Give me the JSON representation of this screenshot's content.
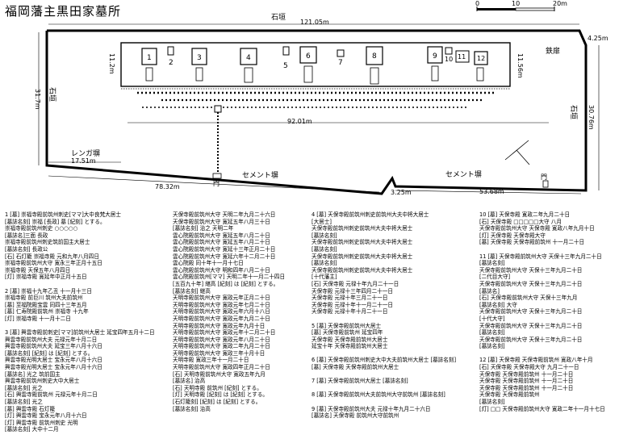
{
  "title": "福岡藩主黒田家墓所",
  "scale": {
    "ticks": [
      "0",
      "10",
      "20m"
    ]
  },
  "labels": {
    "stone_wall_top": "石垣",
    "stone_wall_left": "石垣",
    "stone_wall_right": "石垣",
    "iron_fence": "鉄扉",
    "brick_wall": "レンガ塀",
    "cement_wall_left": "セメント塀",
    "cement_wall_right": "セメント塀",
    "gate_left": "門",
    "gate_right": "門"
  },
  "dimensions": {
    "top": "121.05m",
    "top_right": "4.25m",
    "right": "30.76m",
    "left": "31.7m",
    "inner_left": "11.2m",
    "inner_right": "11.56m",
    "middle": "92.01m",
    "brick": "17.51m",
    "bottom_left": "78.32m",
    "step": "3.25m",
    "bottom_right": "53.68m"
  },
  "tombs": [
    {
      "num": "1"
    },
    {
      "num": "2"
    },
    {
      "num": "3"
    },
    {
      "num": "4"
    },
    {
      "num": "5"
    },
    {
      "num": "6"
    },
    {
      "num": "7"
    },
    {
      "num": "8"
    },
    {
      "num": "9"
    },
    {
      "num": "10"
    },
    {
      "num": "11"
    },
    {
      "num": "12"
    }
  ],
  "legend_columns": [
    [
      "1 [墓] 崇福寺殿前筑州刺史[ママ]大中良梵大居士",
      "    [墓誌名刻] 崇福 [長政] 墓 [紀刻] とする。",
      "    崇福寺殿前筑州刺史 ○○○○○",
      "    [墓誌名]三面 長政",
      "    崇福寺殿前筑州刺史筑前国主大居士",
      "    [墓誌名刻] 長政公",
      "[石] 石灯籠 崇福寺殿 元和九年八月四日",
      "    崇福寺殿前筑州大守 寛永三年正月十五日",
      "    崇福寺殿 天保五年八月四日",
      "[灯] 崇福寺殿 寛延年中正月十五日",
      "",
      "2 [墓] 崇福十九年乙丑 十一月十三日",
      "    崇福寺殿 前巨川 筑州大夫前筑州",
      "[墓] 至福院殿宝雲 同四十三年五月",
      "[墓] 仁寿院殿前筑州 崇福寺 十九年",
      "[灯] 崇福寺殿 十一月十二日",
      "",
      "3 [墓] 興雲寺殿前刺史[ママ]前筑州大居士 延宝四年五月十二日",
      "    興雲寺殿前筑州大夫 元禄元年十月二日",
      "    興雲寺殿前筑州大夫 延宝三年八月十六日",
      "    [墓誌名刻] [紀刻] は [紀刻] とする。",
      "    興雲寺殿光明大居士 宝永元年八月十六日",
      "    興雲寺殿光明大居士 宝永元年八月十六日",
      "    [墓誌名] 光之 筑前国主",
      "    興雲寺殿前筑州刺史大中大居士",
      "    [墓誌名刻] 光之",
      "[石] 興雲寺殿前筑州 元禄元年十月二日",
      "    [墓誌名刻] 光之",
      "    [墓] 興雲寺殿 石灯籠",
      "[灯] 興雲寺殿 宝永元年八月十六日",
      "[灯] 興雲寺殿 前筑州刺史 光明",
      "    [墓誌名刻] 大中十二月"
    ],
    [
      "  天保寺殿前筑州大守 天明二年九月二十六日",
      "  天保寺殿前筑州大守 寛延五年八月三十日",
      "  [墓誌名刻] 治之 天明二年",
      "  雲心院殿前筑州大守 寛延五年八月二十日",
      "  雲心院殿前筑州大守 寛延五年八月二十日",
      "  雲心院殿前筑州大守 寛延十三年正月二十日",
      "  雲心院殿前筑州大守 寛延六年十二月二十日",
      "  雲心院殿 同十年十一月十七日",
      "  雲心院殿前筑州大守 明和四年八月二十日",
      "  雲心院殿前筑州[ママ] 天明二年十一月二十四日",
      "  [五百九十年] 継高 [紀刻] は [紀刻] とする。",
      "  [墓誌名刻] 継高",
      "  天明寺殿前筑州大守 寛政元年正月二十日",
      "  天明寺殿前筑州大守 寛政元年七月二十日",
      "  天明寺殿前筑州大守 寛政元年六月十八日",
      "  天明寺殿前筑州大守 寛政元年九月二十日",
      "  天明寺殿前筑州大守 寛政元年九月十日",
      "  天明寺殿前筑州大守 寛政元年十二月二十日",
      "  天明寺殿前筑州大守 寛政元年八月二十日",
      "  天明寺殿前筑州大守 寛政二年九月二十日",
      "  天明寺殿前筑州大守 寛政三年十月十日",
      "  天明寺殿 寛政三年十一月二十日",
      "  天明寺殿前筑州大守 寛政四年正月二十日",
      "  [石] 天明寺殿前筑州大守 寛政五年九月",
      "  [墓誌名] 治高",
      "  [石] 天明寺殿 前筑州 [紀刻] とする。",
      "  [灯] 天明寺殿 [紀刻] は [紀刻] とする。",
      "  [石灯籠刻] [紀刻] は [紀刻] とする。",
      "  [墓誌名刻] 治高"
    ],
    [
      "4 [墓] 天保寺殿前筑州刺史前筑州大夫中将大居士",
      "    [大居士]",
      "    天保寺殿前筑州刺史前筑州大夫中将大居士",
      "    [墓誌名刻]",
      "    天保寺殿前筑州刺史前筑州大夫中将大居士",
      "    [墓誌名刻]",
      "    天保寺殿前筑州刺史前筑州大夫中将大居士",
      "    [墓誌名刻]",
      "    天保寺殿前筑州刺史前筑州大夫中将大居士",
      "    [十代藩主]",
      "[石] 天保寺殿 元禄十年九月二十一日",
      "    天保寺殿 元禄十三年四月二十一日",
      "    天保寺殿 元禄十年三月二十一日",
      "    天保寺殿 元禄十年十一月二十一日",
      "    天保寺殿 元禄十年十月二十一日",
      "",
      "5 [墓] 天保寺殿前筑州大居士",
      "    [墓] 天保寺殿前筑州 延宝四年",
      "    天保寺殿 天保寺殿前筑州大居士",
      "    延宝十年 天保寺殿前筑州大居士",
      "",
      "6 [墓] 天保寺殿前筑州刺史大中大夫前筑州大居士 [墓誌名刻]",
      "[墓] 天保寺殿 天保寺殿前筑州大居士",
      "",
      "7 [墓] 天保寺殿前筑州大居士 [墓誌名刻]",
      "",
      "8 [墓] 天保寺殿前筑州大夫前筑州大守前筑州 [墓誌名刻]",
      "",
      "9 [墓] 天保寺殿前筑州大夫 元禄十年九月二十六日",
      "    [墓誌名] 天保寺殿 前筑州大守前筑州"
    ],
    [
      "10 [墓] 天保寺殿 寛政二年九月二十日",
      "[石] 天保寺殿 □□□□□大守 八月",
      "    天保寺殿前筑州大守 天保寺殿 寛政八年九月十日",
      "[灯] 天保寺殿 天保寺殿大守",
      "[墓] 天保寺殿 天保寺殿前筑州 十一月二十日",
      "",
      "11 [墓] 天保寺殿前筑州大守 天保十三年九月二十日",
      "    [墓誌名刻]",
      "    天保寺殿前筑州大守 天保十三年九月二十日",
      "    [二代目大守]",
      "    天保寺殿前筑州大守 天保十三年九月二十日",
      "    [墓誌名]",
      "[石] 天保寺殿前筑州大守 天保十三年九月",
      "    [墓誌名刻] 大守",
      "    天保寺殿前筑州大守 天保十三年九月二十日",
      "    [十代大守]",
      "    天保寺殿前筑州大守 天保十三年九月二十日",
      "    [墓誌名刻]",
      "    天保寺殿前筑州大守 天保十三年九月二十日",
      "    [墓誌名刻]",
      "",
      "12 [墓] 天保寺殿 天保寺殿前筑州 寛政八年十月",
      "[石] 天保寺殿 天保寺殿大守 九月二十一日",
      "    天保寺殿 天保寺殿前筑州 十一月二十日",
      "    天保寺殿 天保寺殿前筑州 十一月二十日",
      "    天保寺殿 天保寺殿前筑州 十一月二十日",
      "    天保寺殿 天保寺殿前筑州",
      "    [墓誌名刻]",
      "[灯] □□ 天保寺殿前筑州大守 寛政二年十一月十七日"
    ]
  ]
}
